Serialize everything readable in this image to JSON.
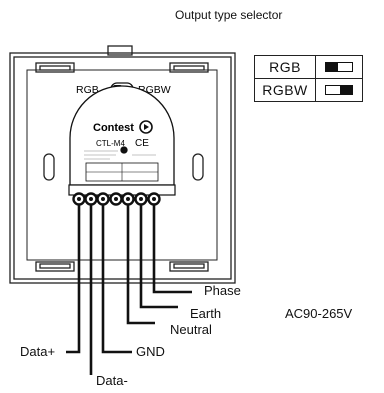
{
  "title": "Output type selector",
  "selector_table": [
    {
      "label": "RGB",
      "position": "left"
    },
    {
      "label": "RGBW",
      "position": "right"
    }
  ],
  "device": {
    "switch_left": "RGB",
    "switch_right": "RGBW",
    "brand": "Contest",
    "model": "CTL-M4",
    "ce_mark": "CE"
  },
  "wires": {
    "phase": "Phase",
    "earth": "Earth",
    "neutral": "Neutral",
    "gnd": "GND",
    "data_plus": "Data+",
    "data_minus": "Data-"
  },
  "voltage": "AC90-265V"
}
